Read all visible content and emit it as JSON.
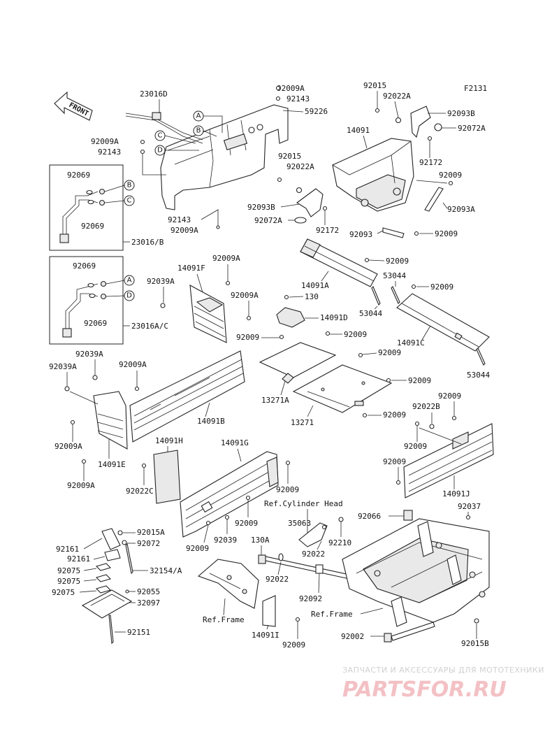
{
  "figure_code": "F2131",
  "front_arrow_label": "FRONT",
  "callout_letters": [
    "A",
    "B",
    "C",
    "D"
  ],
  "part_labels": {
    "p23016D": "23016D",
    "p92009A_a": "92009A",
    "p92143_a": "92143",
    "p59226": "59226",
    "p92009A_b": "92009A",
    "p92143_b": "92143",
    "p92143_c": "92143",
    "p92009A_c": "92009A",
    "p92069_a": "92069",
    "p92069_b": "92069",
    "p23016B": "23016/B",
    "p92069_c": "92069",
    "p92069_d": "92069",
    "p23016AC": "23016A/C",
    "p92015_a": "92015",
    "p92022A_a": "92022A",
    "p92093B_a": "92093B",
    "p92072A_a": "92072A",
    "p14091": "14091",
    "p92172_a": "92172",
    "p92009_a": "92009",
    "p92093A": "92093A",
    "p92015_b": "92015",
    "p92022A_b": "92022A",
    "p92093B_b": "92093B",
    "p92072A_b": "92072A",
    "p92172_b": "92172",
    "p92093": "92093",
    "p92009_b": "92009",
    "p14091F": "14091F",
    "p92009A_d": "92009A",
    "p92039A_a": "92039A",
    "p92009A_e": "92009A",
    "p14091A": "14091A",
    "p92009_c": "92009",
    "p53044_a": "53044",
    "p92009_d": "92009",
    "p130_a": "130",
    "p53044_b": "53044",
    "p14091D": "14091D",
    "p92009_e": "92009",
    "p92009_f": "92009",
    "p14091C": "14091C",
    "p92009_g": "92009",
    "p53044_c": "53044",
    "p92039A_b": "92039A",
    "p92039A_c": "92039A",
    "p92009A_f": "92009A",
    "p92009_h": "92009",
    "p13271A": "13271A",
    "p92009_i": "92009",
    "p13271": "13271",
    "p14091B": "14091B",
    "p92009A_g": "92009A",
    "p14091E": "14091E",
    "p92009A_h": "92009A",
    "p92009_j": "92009",
    "p92022B": "92022B",
    "p92009_k": "92009",
    "p92009_l": "92009",
    "p14091J": "14091J",
    "p14091H": "14091H",
    "p14091G": "14091G",
    "p92022C": "92022C",
    "p92009_m": "92009",
    "p92009_n": "92009",
    "p92009_o": "92009",
    "p92039": "92039",
    "p92037": "92037",
    "p92066": "92066",
    "p35063": "35063",
    "p92210": "92210",
    "p92015A": "92015A",
    "p92072": "92072",
    "p92161_a": "92161",
    "p92161_b": "92161",
    "p130A": "130A",
    "p92022": "92022",
    "p32154A": "32154/A",
    "p92075_a": "92075",
    "p92075_b": "92075",
    "p92075_c": "92075",
    "p92022_b": "92022",
    "p92092": "92092",
    "p92055": "92055",
    "p32097": "32097",
    "p92151": "92151",
    "p14091I": "14091I",
    "p92009_p": "92009",
    "p92002": "92002",
    "p92015B": "92015B"
  },
  "reference_labels": {
    "cylinder_head": "Ref.Cylinder Head",
    "frame_left": "Ref.Frame",
    "frame_right": "Ref.Frame"
  },
  "watermark": {
    "top_line": "ЗАПЧАСТИ И АКСЕССУАРЫ ДЛЯ МОТОТЕХНИКИ",
    "brand": "PARTSFOR.RU"
  }
}
